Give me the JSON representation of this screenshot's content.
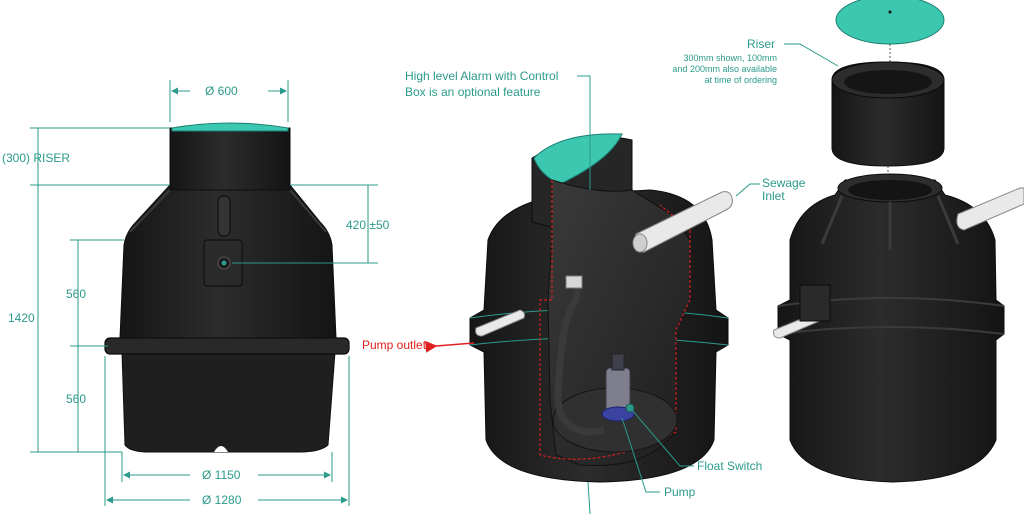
{
  "dimensions": {
    "top_diameter": "Ø 600",
    "riser": "(300) RISER",
    "inlet_height": "420 ±50",
    "total_height": "1420",
    "upper_height": "560",
    "lower_height": "560",
    "base_diameter": "Ø 1150",
    "band_diameter": "Ø 1280"
  },
  "callouts": {
    "alarm_line1": "High level Alarm with Control",
    "alarm_line2": "Box is an optional feature",
    "riser_title": "Riser",
    "riser_note1": "300mm shown, 100mm",
    "riser_note2": "and 200mm also available",
    "riser_note3": "at time of ordering",
    "sewage_line1": "Sewage",
    "sewage_line2": "Inlet",
    "pump_outlet": "Pump outlet",
    "float_switch": "Float Switch",
    "pump": "Pump"
  },
  "colors": {
    "dimension_teal": "#2b9a8a",
    "lid_teal": "#3cc7b0",
    "outlet_red": "#e02020",
    "tank_black": "#1f1f1f"
  }
}
